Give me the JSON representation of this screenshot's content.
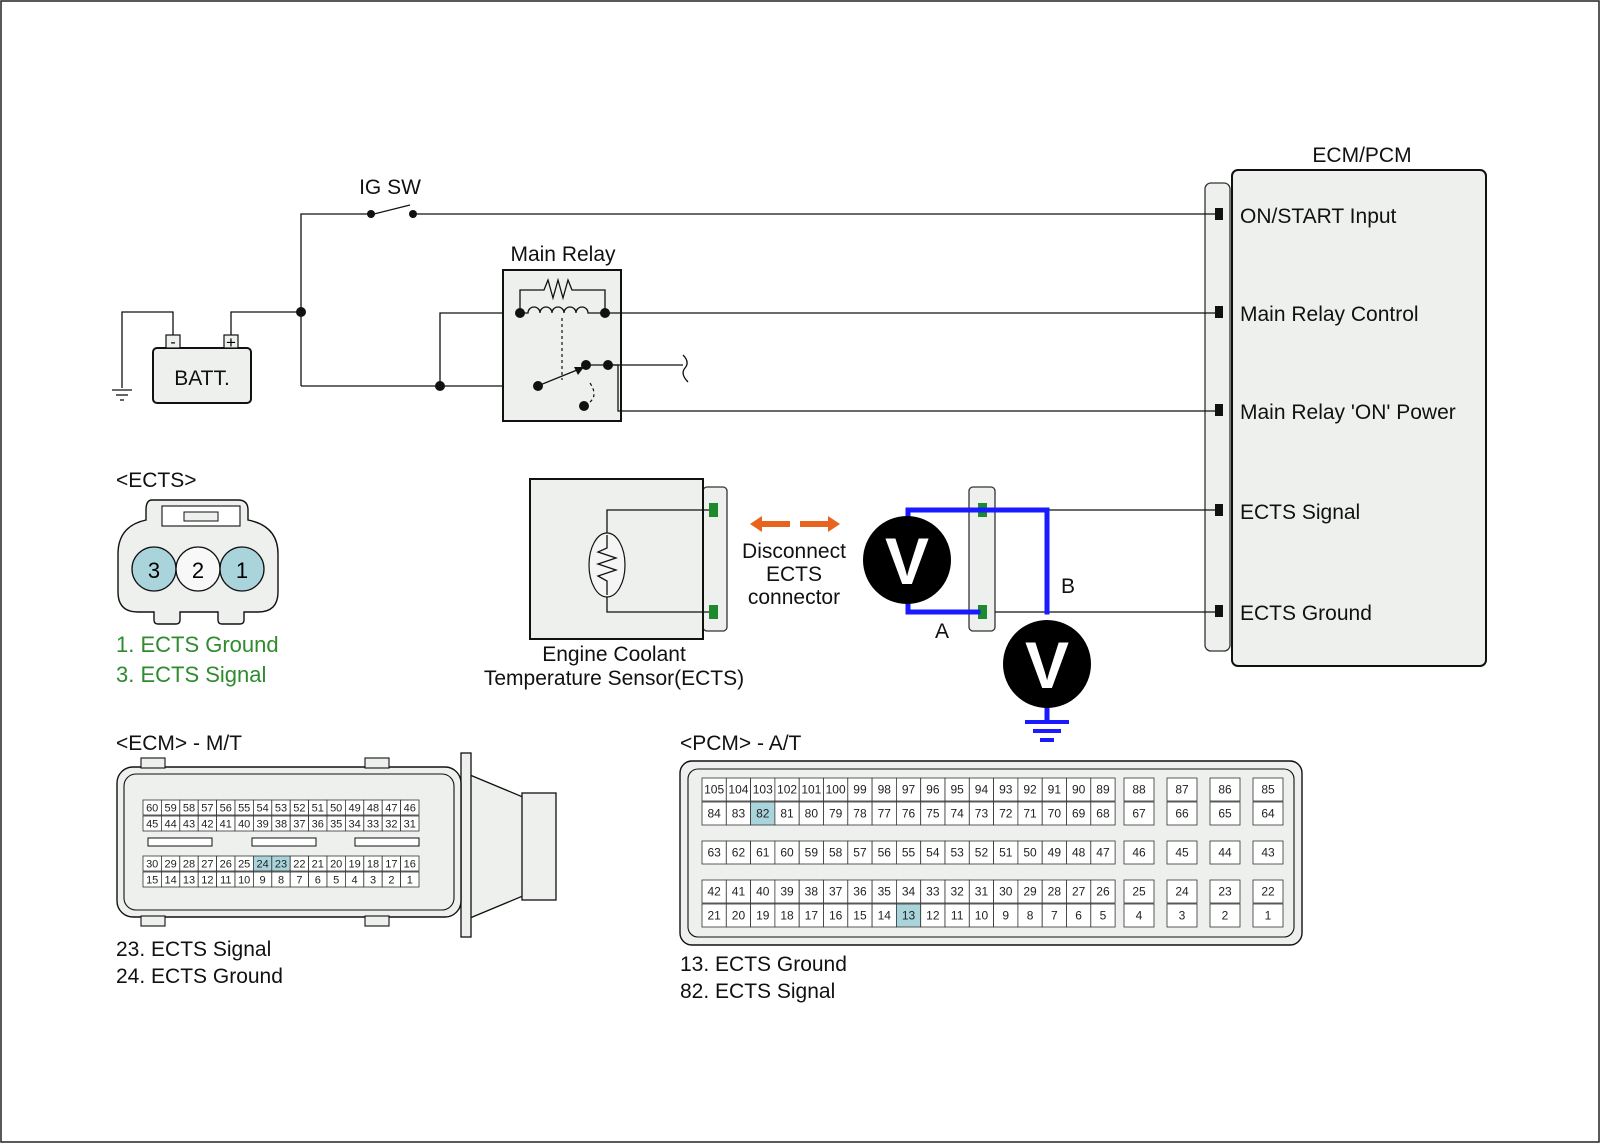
{
  "ecm_box": {
    "title": "ECM/PCM",
    "terminals": [
      "ON/START Input",
      "Main Relay Control",
      "Main Relay 'ON' Power",
      "ECTS Signal",
      "ECTS Ground"
    ]
  },
  "ig_switch": {
    "label": "IG SW"
  },
  "main_relay": {
    "label": "Main Relay"
  },
  "battery": {
    "label": "BATT.",
    "neg": "-",
    "pos": "+"
  },
  "sensor": {
    "line1": "Engine Coolant",
    "line2": "Temperature Sensor(ECTS)"
  },
  "disconnect_note": {
    "line1": "Disconnect",
    "line2": "ECTS",
    "line3": "connector"
  },
  "voltmeter": {
    "symbol": "V",
    "probe_a": "A",
    "probe_b": "B"
  },
  "ects_connector": {
    "title": "<ECTS>",
    "pins": [
      "3",
      "2",
      "1"
    ],
    "legend": [
      "1. ECTS Ground",
      "3. ECTS Signal"
    ]
  },
  "ecm_connector": {
    "title": "<ECM> - M/T",
    "rows": [
      [
        "60",
        "59",
        "58",
        "57",
        "56",
        "55",
        "54",
        "53",
        "52",
        "51",
        "50",
        "49",
        "48",
        "47",
        "46"
      ],
      [
        "45",
        "44",
        "43",
        "42",
        "41",
        "40",
        "39",
        "38",
        "37",
        "36",
        "35",
        "34",
        "33",
        "32",
        "31"
      ],
      [
        "30",
        "29",
        "28",
        "27",
        "26",
        "25",
        "24",
        "23",
        "22",
        "21",
        "20",
        "19",
        "18",
        "17",
        "16"
      ],
      [
        "15",
        "14",
        "13",
        "12",
        "11",
        "10",
        "9",
        "8",
        "7",
        "6",
        "5",
        "4",
        "3",
        "2",
        "1"
      ]
    ],
    "highlighted": [
      "24",
      "23"
    ],
    "legend": [
      "23. ECTS Signal",
      "24. ECTS Ground"
    ]
  },
  "pcm_connector": {
    "title": "<PCM> - A/T",
    "rows": [
      [
        "105",
        "104",
        "103",
        "102",
        "101",
        "100",
        "99",
        "98",
        "97",
        "96",
        "95",
        "94",
        "93",
        "92",
        "91",
        "90",
        "89"
      ],
      [
        "84",
        "83",
        "82",
        "81",
        "80",
        "79",
        "78",
        "77",
        "76",
        "75",
        "74",
        "73",
        "72",
        "71",
        "70",
        "69",
        "68"
      ],
      [
        "63",
        "62",
        "61",
        "60",
        "59",
        "58",
        "57",
        "56",
        "55",
        "54",
        "53",
        "52",
        "51",
        "50",
        "49",
        "48",
        "47"
      ],
      [
        "42",
        "41",
        "40",
        "39",
        "38",
        "37",
        "36",
        "35",
        "34",
        "33",
        "32",
        "31",
        "30",
        "29",
        "28",
        "27",
        "26"
      ],
      [
        "21",
        "20",
        "19",
        "18",
        "17",
        "16",
        "15",
        "14",
        "13",
        "12",
        "11",
        "10",
        "9",
        "8",
        "7",
        "6",
        "5"
      ]
    ],
    "side_rows": [
      [
        "88",
        "87",
        "86",
        "85"
      ],
      [
        "67",
        "66",
        "65",
        "64"
      ],
      [
        "46",
        "45",
        "44",
        "43"
      ],
      [
        "25",
        "24",
        "23",
        "22"
      ],
      [
        "4",
        "3",
        "2",
        "1"
      ]
    ],
    "highlighted": [
      "82",
      "13"
    ],
    "legend": [
      "13. ECTS Ground",
      "82. ECTS Signal"
    ]
  },
  "colors": {
    "probe_wire": "#1a1aff",
    "arrow": "#e8641e",
    "pin_highlight": "#a9d4dc",
    "legend_green": "#2e8b2e",
    "terminal_green": "#1e8a2e"
  }
}
